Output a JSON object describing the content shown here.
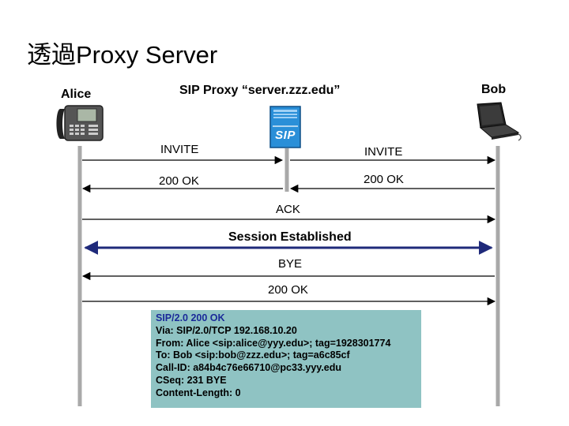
{
  "title": "透過Proxy Server",
  "participants": {
    "alice": "Alice",
    "proxy": "SIP Proxy “server.zzz.edu”",
    "bob": "Bob"
  },
  "proxy_icon_text": "SIP",
  "messages": {
    "invite_left": "INVITE",
    "invite_right": "INVITE",
    "ok_right": "200 OK",
    "ok_left": "200 OK",
    "ack": "ACK",
    "session": "Session Established",
    "bye": "BYE",
    "bye_ok": "200 OK"
  },
  "detail": {
    "line1": "SIP/2.0 200 OK",
    "line2": "Via: SIP/2.0/TCP 192.168.10.20",
    "line3": "From: Alice <sip:alice@yyy.edu>; tag=1928301774",
    "line4": "To: Bob <sip:bob@zzz.edu>; tag=a6c85cf",
    "line5": "Call-ID: a84b4c76e66710@pc33.yyy.edu",
    "line6": "CSeq: 231 BYE",
    "line7": "Content-Length: 0"
  },
  "colors": {
    "arrow": "#000000",
    "session_arrow": "#1f2a7a",
    "detail_bg": "#8fc3c3",
    "status_text": "#1a2a99"
  }
}
